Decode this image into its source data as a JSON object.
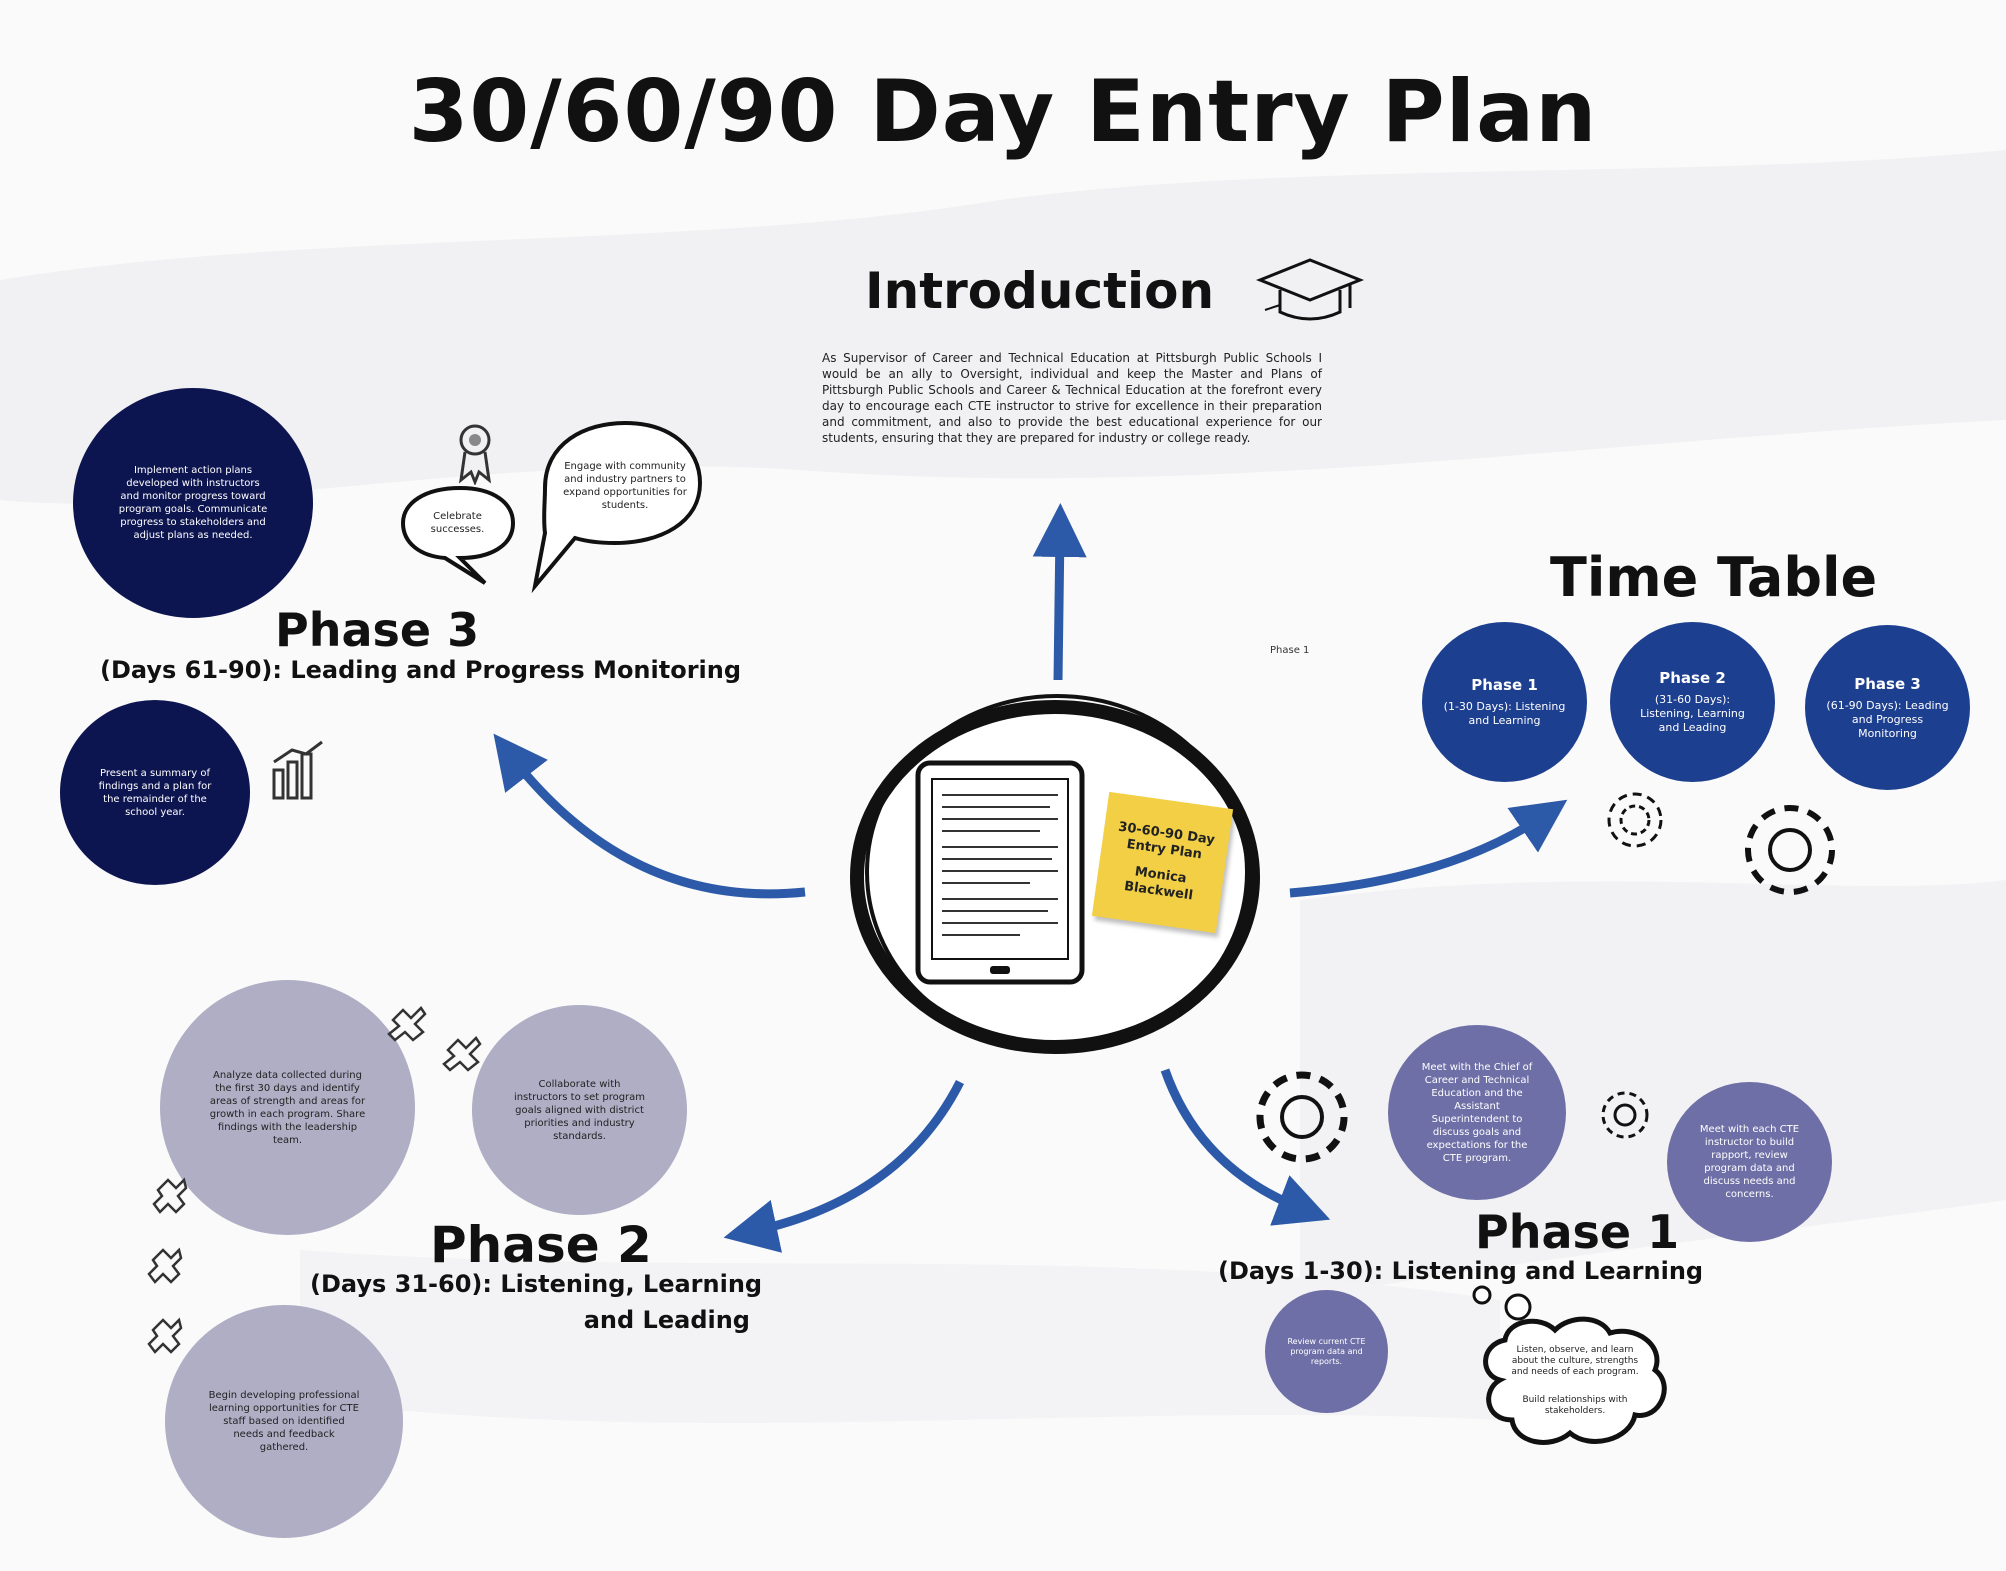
{
  "title": "30/60/90 Day Entry Plan",
  "introduction": {
    "heading": "Introduction",
    "body": "As Supervisor of Career and Technical Education at Pittsburgh Public Schools I would be an ally to Oversight, individual and keep the Master and Plans of Pittsburgh Public Schools and Career & Technical Education at the forefront every day to encourage each CTE instructor to strive for excellence in their preparation and commitment, and also to provide the best educational experience for our students, ensuring that they are prepared for industry or college ready."
  },
  "timetable": {
    "heading": "Time Table",
    "phases": [
      {
        "title": "Phase 1",
        "text": "(1-30 Days): Listening and Learning"
      },
      {
        "title": "Phase 2",
        "text": "(31-60 Days): Listening, Learning and Leading"
      },
      {
        "title": "Phase 3",
        "text": "(61-90 Days): Leading and Progress Monitoring"
      }
    ],
    "small_label": "Phase 1"
  },
  "center": {
    "sticky_line1": "30-60-90 Day Entry Plan",
    "sticky_line2": "Monica Blackwell"
  },
  "phase1": {
    "heading": "Phase 1",
    "subtitle": "(Days 1-30): Listening and Learning",
    "circles": [
      "Meet with the Chief of Career and Technical Education and the Assistant Superintendent to discuss goals and expectations for the CTE program.",
      "Meet with each CTE instructor to build rapport, review program data and discuss needs and concerns.",
      "Review current CTE program data and reports."
    ],
    "cloud_text": "Listen, observe, and learn about the culture, strengths and needs of each program.",
    "cloud_text2": "Build relationships with stakeholders."
  },
  "phase2": {
    "heading": "Phase 2",
    "subtitle_line1": "(Days 31-60): Listening, Learning",
    "subtitle_line2": "and Leading",
    "circles": [
      "Analyze data collected during the first 30 days and identify areas of strength and areas for growth in each program. Share findings with the leadership team.",
      "Collaborate with instructors to set program goals aligned with district priorities and industry standards.",
      "Begin developing professional learning opportunities for CTE staff based on identified needs and feedback gathered."
    ]
  },
  "phase3": {
    "heading": "Phase 3",
    "subtitle": "(Days 61-90): Leading and Progress Monitoring",
    "circles": [
      "Implement action plans developed with instructors and monitor progress toward program goals. Communicate progress to stakeholders and adjust plans as needed.",
      "Present a summary of findings and a plan for the remainder of the school year."
    ],
    "bubble_big": "Engage with community and industry partners to expand opportunities for students.",
    "bubble_small": "Celebrate successes."
  },
  "colors": {
    "navy": "#0d1550",
    "blue": "#1d3f8f",
    "lavender": "#afaec5",
    "purple": "#6f6fa7",
    "arrow": "#2d5aa8",
    "sticky": "#f2cf45"
  }
}
